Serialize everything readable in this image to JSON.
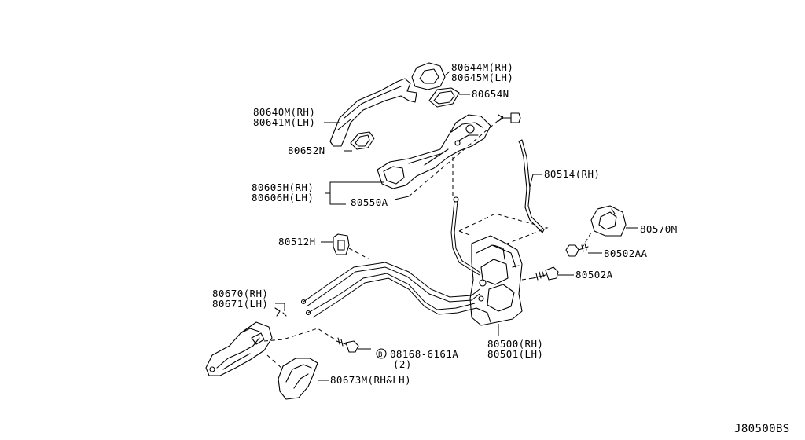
{
  "diagram_ref": "J80500BS",
  "labels": {
    "p80644m": "80644M(RH)",
    "p80645m": "80645M(LH)",
    "p80654n": "80654N",
    "p80640m": "80640M(RH)",
    "p80641m": "80641M(LH)",
    "p80652n": "80652N",
    "p80605h": "80605H(RH)",
    "p80606h": "80606H(LH)",
    "p80550a": "80550A",
    "p80514": "80514(RH)",
    "p80570m": "80570M",
    "p80502aa": "80502AA",
    "p80502a": "80502A",
    "p80512h": "80512H",
    "p80670": "80670(RH)",
    "p80671": "80671(LH)",
    "p08168": "08168-6161A",
    "p08168_qty": "(2)",
    "bolt_marker": "B",
    "p80500": "80500(RH)",
    "p80501": "80501(LH)",
    "p80673m": "80673M(RH&LH)"
  }
}
